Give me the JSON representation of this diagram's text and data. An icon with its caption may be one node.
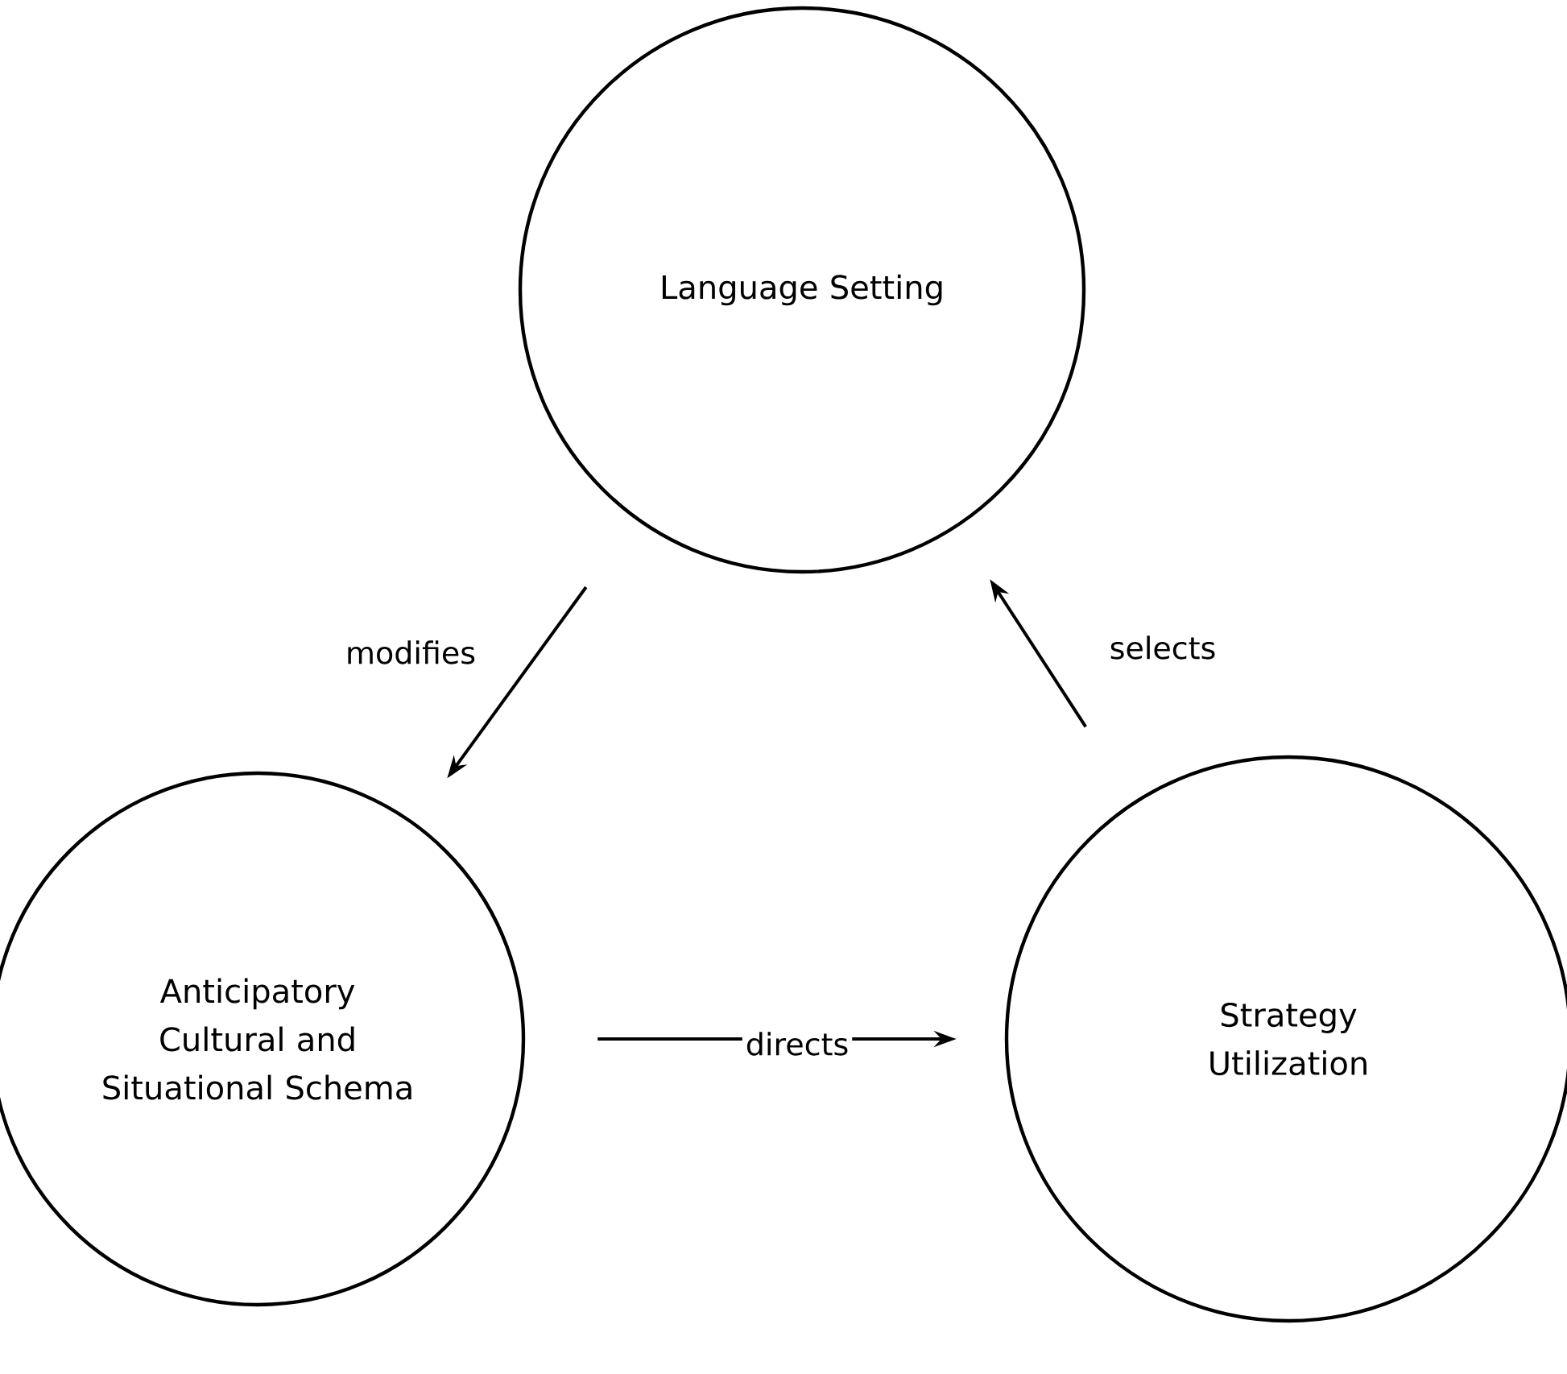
{
  "diagram": {
    "nodes": [
      {
        "text": [
          "Language Setting"
        ]
      },
      {
        "text": [
          "Anticipatory Cultural and Situational Schema"
        ]
      },
      {
        "text": [
          "Strategy Utilization"
        ]
      }
    ],
    "edges": [
      {
        "from": 0,
        "to": 1,
        "arrow": "to",
        "label": "modifies"
      },
      {
        "from": 1,
        "to": 2,
        "arrow": "to",
        "label": "directs"
      },
      {
        "from": 2,
        "to": 0,
        "arrow": "to",
        "label": "selects"
      }
    ]
  }
}
